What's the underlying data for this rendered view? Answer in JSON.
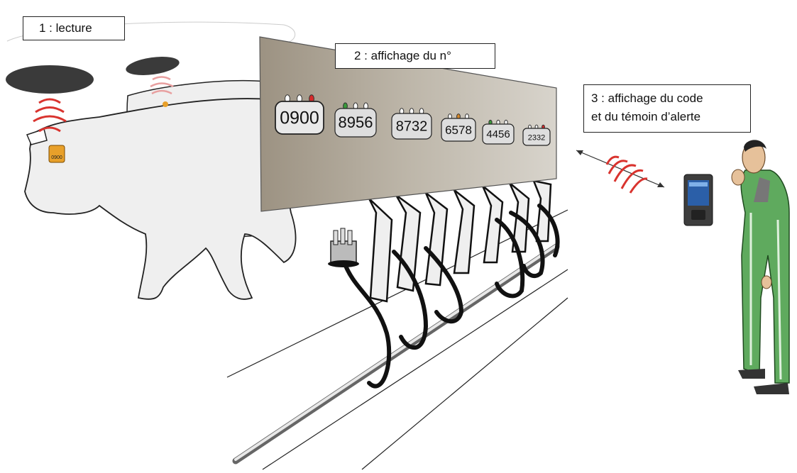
{
  "labels": {
    "step1": "1 : lecture",
    "step2": "2 : affichage du n°",
    "step3_line1": "3 : affichage du code",
    "step3_line2": "et du témoin d’alerte"
  },
  "ear_tag": "0900",
  "display_tags": [
    {
      "number": "0900",
      "indicator": "red"
    },
    {
      "number": "8956",
      "indicator": "green"
    },
    {
      "number": "8732",
      "indicator": "none"
    },
    {
      "number": "6578",
      "indicator": "orange"
    },
    {
      "number": "4456",
      "indicator": "green"
    },
    {
      "number": "2332",
      "indicator": "red"
    }
  ],
  "colors": {
    "signal_red": "#d9332e",
    "panel": "#b2aa9c",
    "suit_green": "#5faa5e",
    "tag_orange": "#e8a02a",
    "indicator_green": "#3a9a3a",
    "indicator_orange": "#d98a2a",
    "indicator_red": "#d62a2a"
  },
  "icons": [
    "rfid-reader-icon",
    "radio-wave-icon",
    "ear-tag-icon",
    "milking-cluster-icon",
    "handheld-terminal-icon",
    "farmer-figure-icon"
  ]
}
